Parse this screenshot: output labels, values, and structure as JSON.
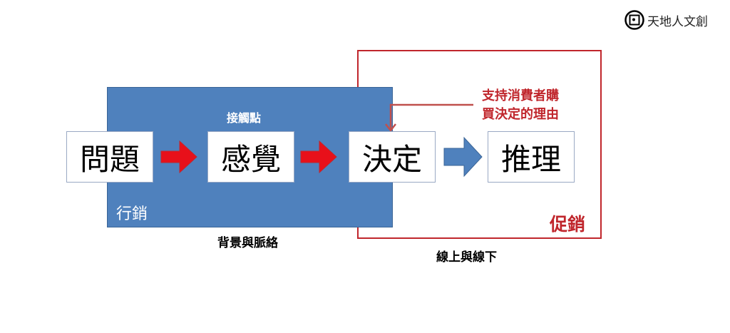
{
  "logo": {
    "text": "天地人文創"
  },
  "steps": [
    "問題",
    "感覺",
    "決定",
    "推理"
  ],
  "labels": {
    "touchpoint": "接觸點",
    "marketing": "行銷",
    "promotion": "促銷",
    "context": "背景與脈絡",
    "online_offline": "線上與線下"
  },
  "callout": {
    "line1": "支持消費者購",
    "line2": "買決定的理由"
  },
  "colors": {
    "blue": "#4f81bd",
    "red": "#c0262c",
    "arrow_red": "#e8101a"
  }
}
